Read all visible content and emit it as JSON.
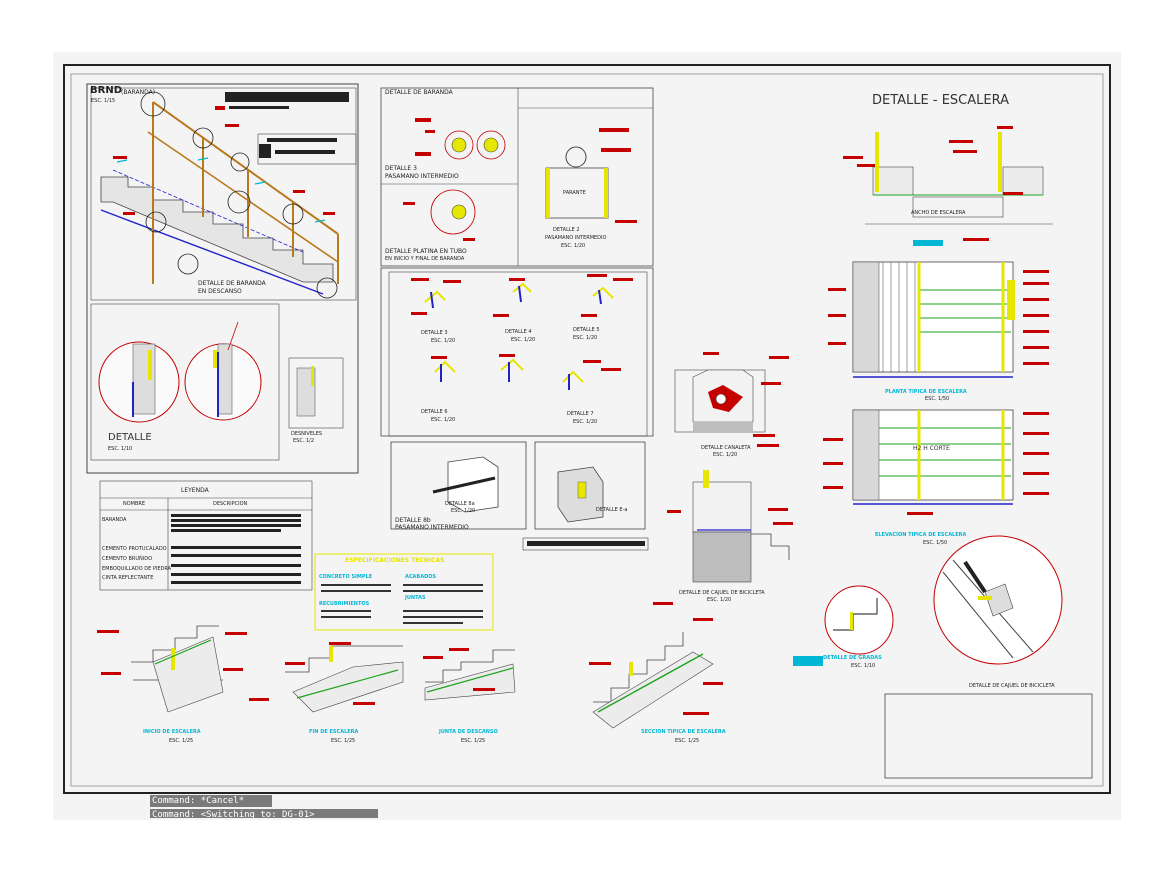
{
  "sheet_title": "DETALLE - ESCALERA",
  "railing_sheet": {
    "code": "BRND",
    "sub": "(BARANDA)",
    "scale": "ESC. 1/15",
    "detail": "DETALLE DE BARANDA",
    "detail2": "EN DESCANSO"
  },
  "panel_titles": {
    "baranda": "DETALLE DE BARANDA",
    "d3_a": "DETALLE 3",
    "d3_b": "PASAMANO INTERMEDIO",
    "platina_a": "DETALLE PLATINA EN TUBO",
    "platina_b": "EN INICIO Y FINAL DE BARANDA",
    "d2_a": "DETALLE 2",
    "d2_b": "PASAMANO INTERMEDIO",
    "d2_esc": "ESC. 1/20",
    "parante": "PARANTE",
    "detalle": "DETALLE",
    "detalle_esc": "ESC. 1/10",
    "desniveles": "DESNIVELES",
    "desniveles_esc": "ESC. 1/2",
    "d8_a": "DETALLE 8b",
    "d8_b": "PASAMANO INTERMEDIO",
    "d8_c": "DETALLE 8a",
    "d8_esc": "ESC. 1/20",
    "d_e": "DETALLE E-a"
  },
  "detail_labels": {
    "d3": "DETALLE 3",
    "d4": "DETALLE 4",
    "d5": "DETALLE 5",
    "d6": "DETALLE 6",
    "d7": "DETALLE 7",
    "esc": "ESC. 1/20"
  },
  "legend": {
    "title": "LEYENDA",
    "col_name": "NOMBRE",
    "col_desc": "DESCRIPCION",
    "rows": [
      "BARANDA",
      "CEMENTO PROTUCALADO",
      "CEMENTO BRUÑIDO",
      "EMBOQUILLADO DE PIEDRA",
      "CINTA REFLECTANTE"
    ]
  },
  "specs": {
    "title": "ESPECIFICACIONES TECNICAS",
    "concreto": "CONCRETO SIMPLE",
    "acabados": "ACABADOS",
    "recubrimientos": "RECUBRIMIENTOS",
    "juntas": "JUNTAS"
  },
  "canaleta": {
    "label": "DETALLE CANALETA",
    "esc": "ESC. 1/20"
  },
  "zocalo": {
    "label": "DETALLE DE CAJUEL DE BICICLETA",
    "esc": "ESC. 1/20"
  },
  "planta": {
    "label": "PLANTA TIPICA DE ESCALERA",
    "esc": "ESC. 1/50",
    "ancho": "ANCHO DE ESCALERA"
  },
  "elevacion": {
    "label": "ELEVACION TIPICA DE ESCALERA",
    "esc": "ESC. 1/50",
    "corte": "H2 H CORTE"
  },
  "descansos": {
    "label": "DETALLE DE GRADAS",
    "esc": "ESC. 1/10"
  },
  "cajuel": {
    "label": "DETALLE DE CAJUEL DE BICICLETA"
  },
  "bottom_details": [
    {
      "label": "INICIO DE ESCALERA",
      "esc": "ESC. 1/25"
    },
    {
      "label": "FIN DE ESCALERA",
      "esc": "ESC. 1/25"
    },
    {
      "label": "JUNTA DE DESCANSO",
      "esc": "ESC. 1/25"
    },
    {
      "label": "SECCION TIPICA DE ESCALERA",
      "esc": "ESC. 1/25"
    }
  ],
  "commands": [
    "Command: *Cancel*",
    "Command:  <Switching to: DG-01>"
  ],
  "colors": {
    "red": "#c40000",
    "yellow": "#e6e600",
    "cyan": "#00b7d6",
    "green": "#1aa31a",
    "magenta": "#e000e0",
    "ink": "#333333"
  }
}
